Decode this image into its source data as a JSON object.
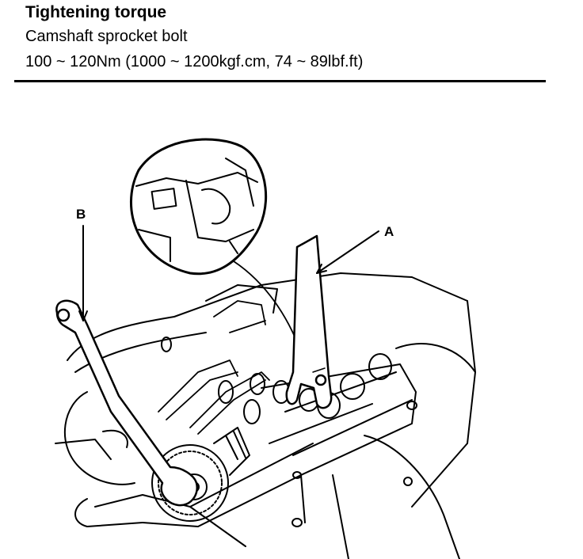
{
  "header": {
    "title": "Tightening torque",
    "item": "Camshaft sprocket bolt",
    "spec": "100 ~ 120Nm (1000 ~ 1200kgf.cm, 74 ~ 89lbf.ft)"
  },
  "figure": {
    "label_a": "A",
    "label_b": "B"
  }
}
